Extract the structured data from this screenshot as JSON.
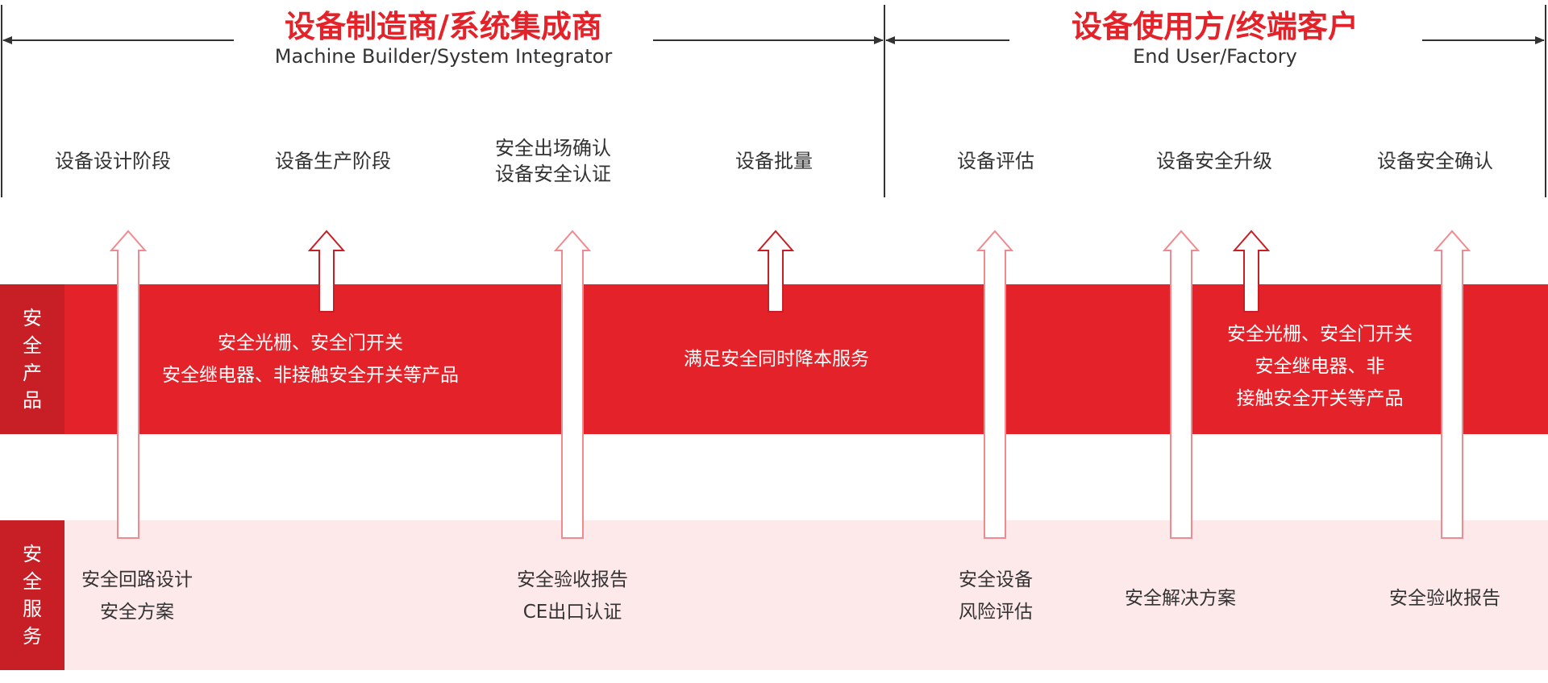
{
  "header": {
    "builder": {
      "title_cn": "设备制造商/系统集成商",
      "title_en": "Machine Builder/System Integrator"
    },
    "enduser": {
      "title_cn": "设备使用方/终端客户",
      "title_en": "End User/Factory"
    }
  },
  "stages": [
    {
      "lines": [
        "设备设计阶段"
      ]
    },
    {
      "lines": [
        "设备生产阶段"
      ]
    },
    {
      "lines": [
        "安全出场确认",
        "设备安全认证"
      ]
    },
    {
      "lines": [
        "设备批量"
      ]
    },
    {
      "lines": [
        "设备评估"
      ]
    },
    {
      "lines": [
        "设备安全升级"
      ]
    },
    {
      "lines": [
        "设备安全确认"
      ]
    }
  ],
  "products": {
    "label": "安全产品",
    "groups": [
      {
        "lines": [
          "安全光栅、安全门开关",
          "安全继电器、非接触安全开关等产品"
        ]
      },
      {
        "lines": [
          "满足安全同时降本服务"
        ]
      },
      {
        "lines": [
          "安全光栅、安全门开关",
          "安全继电器、非",
          "接触安全开关等产品"
        ]
      }
    ]
  },
  "services": {
    "label": "安全服务",
    "groups": [
      {
        "lines": [
          "安全回路设计",
          "安全方案"
        ]
      },
      {
        "lines": [
          "安全验收报告",
          "CE出口认证"
        ]
      },
      {
        "lines": [
          "安全设备",
          "风险评估"
        ]
      },
      {
        "lines": [
          "安全解决方案"
        ]
      },
      {
        "lines": [
          "安全验收报告"
        ]
      }
    ]
  },
  "colors": {
    "accent": "#e42229",
    "accent_dark": "#c81e26",
    "pink": "#fde9ea",
    "line": "#333333"
  }
}
